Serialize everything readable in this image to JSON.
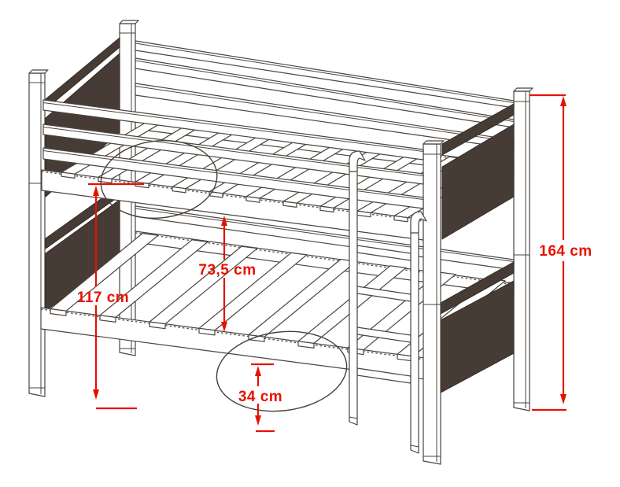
{
  "diagram": {
    "subject": "bunk-bed-dimensional-drawing",
    "dimensions": {
      "total_height": {
        "label": "164 cm"
      },
      "top_bunk_height": {
        "label": "117 cm"
      },
      "bunk_clearance": {
        "label": "73,5 cm"
      },
      "bottom_bunk_height": {
        "label": "34 cm"
      }
    },
    "style": {
      "annotation_color": "#e81100",
      "panel_color": "#473b36",
      "outline_color": "#4a443e",
      "background_color": "#ffffff"
    }
  }
}
